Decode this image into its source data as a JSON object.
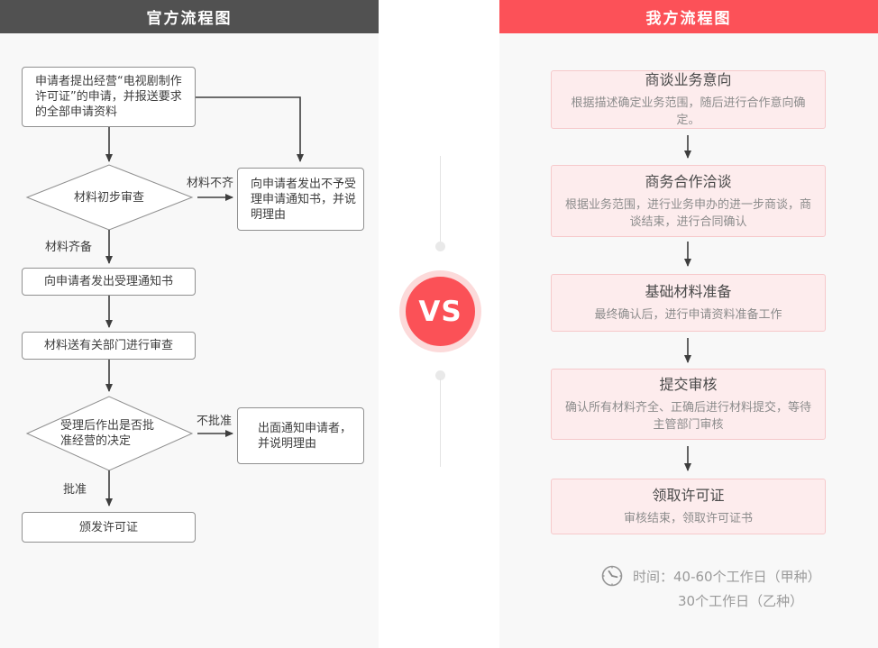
{
  "left_panel": {
    "title": "官方流程图",
    "header_bg": "#515151",
    "steps": {
      "apply": "申请者提出经营“电视剧制作许可证”的申请，并报送要求的全部申请资料",
      "initial_review": "材料初步审查",
      "reject_notice": "向申请者发出不予受理申请通知书，并说明理由",
      "accept_notice": "向申请者发出受理通知书",
      "dept_review": "材料送有关部门进行审查",
      "decision": "受理后作出是否批准经营的决定",
      "notify_reject": "出面通知申请者，并说明理由",
      "issue_license": "颁发许可证"
    },
    "labels": {
      "incomplete": "材料不齐",
      "complete": "材料齐备",
      "not_approved": "不批准",
      "approved": "批准"
    }
  },
  "divider": {
    "vs": "VS",
    "accent": "#fb5157",
    "ring": "#fcdada"
  },
  "right_panel": {
    "title": "我方流程图",
    "header_bg": "#fc5158",
    "cards": [
      {
        "title": "商谈业务意向",
        "desc": "根据描述确定业务范围，随后进行合作意向确定。"
      },
      {
        "title": "商务合作洽谈",
        "desc": "根据业务范围，进行业务申办的进一步商谈，商谈结束，进行合同确认"
      },
      {
        "title": "基础材料准备",
        "desc": "最终确认后，进行申请资料准备工作"
      },
      {
        "title": "提交审核",
        "desc": "确认所有材料齐全、正确后进行材料提交，等待主管部门审核"
      },
      {
        "title": "领取许可证",
        "desc": "审核结束，领取许可证书"
      }
    ],
    "time_note": {
      "icon": "clock-icon",
      "line1": "时间：40-60个工作日（甲种）",
      "line2": "30个工作日（乙种）"
    }
  }
}
